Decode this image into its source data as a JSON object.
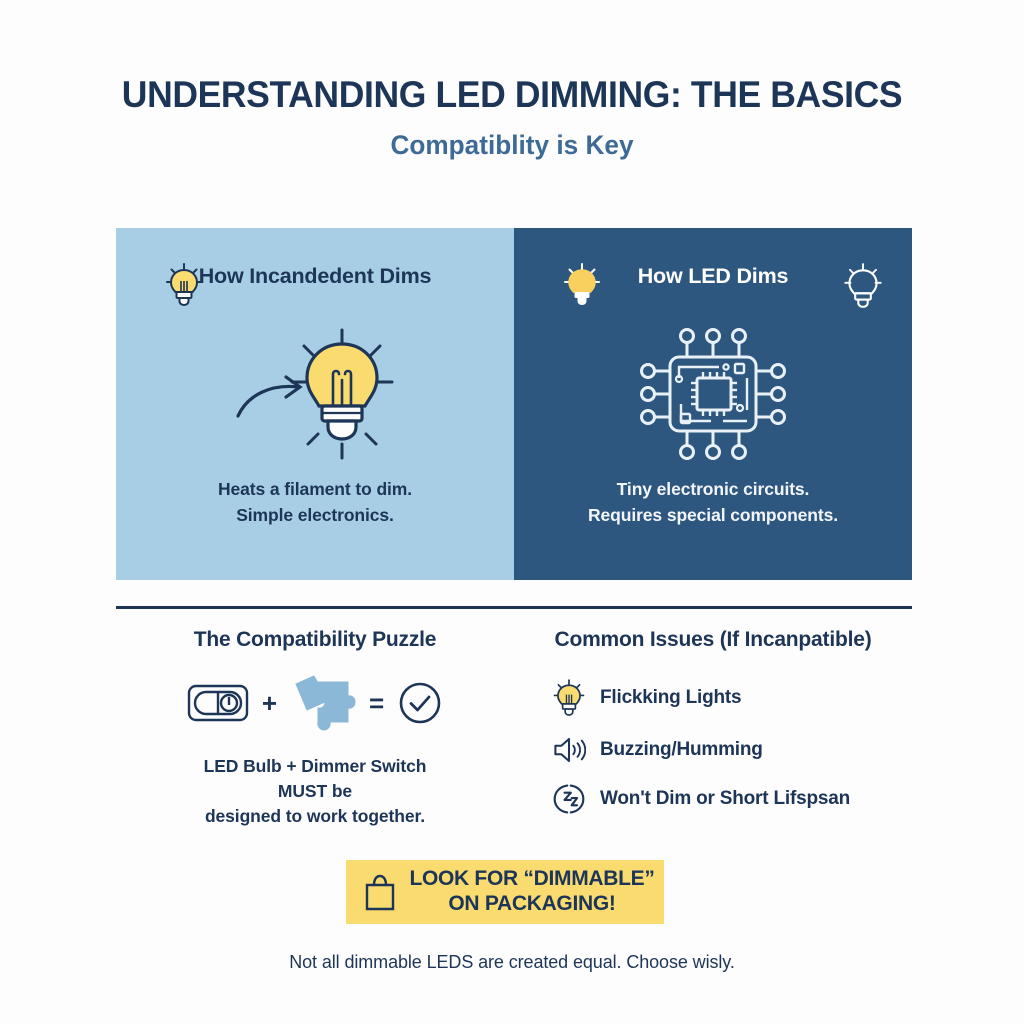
{
  "header": {
    "title": "UNDERSTANDING LED DIMMING: THE BASICS",
    "subtitle": "Compatiblity is Key"
  },
  "panels": {
    "left": {
      "heading": "How Incandedent Dims",
      "caption_line1": "Heats a filament to dim.",
      "caption_line2": "Simple electronics.",
      "head_icon": "lightbulb-icon",
      "art_icon": "lightbulb-with-arrow-icon",
      "bg_color": "#a8cee6"
    },
    "right": {
      "heading": "How LED Dims",
      "caption_line1": "Tiny electronic circuits.",
      "caption_line2": "Requires special components.",
      "head_icon_left": "lightbulb-filled-icon",
      "head_icon_right": "lightbulb-outline-icon",
      "art_icon": "microchip-circuit-icon",
      "bg_color": "#2e5780"
    }
  },
  "compatibility": {
    "title": "The Compatibility Puzzle",
    "equation": {
      "icon_switch": "dimmer-switch-icon",
      "plus": "+",
      "icon_puzzle": "puzzle-pieces-icon",
      "equals": "=",
      "icon_check": "check-circle-icon"
    },
    "caption_line1": "LED Bulb + Dimmer Switch",
    "caption_line2": "MUST be",
    "caption_line3": "designed to work together."
  },
  "issues": {
    "title": "Common Issues (If Incanpatible)",
    "items": [
      {
        "label": "Flickking Lights",
        "icon": "lightbulb-icon"
      },
      {
        "label": "Buzzing/Humming",
        "icon": "speaker-sound-icon"
      },
      {
        "label": "Won't Dim or Short Lifspsan",
        "icon": "broken-lifespan-icon"
      }
    ]
  },
  "cta": {
    "icon": "shopping-bag-icon",
    "line1": "LOOK FOR “DIMMABLE”",
    "line2": "ON PACKAGING!",
    "bg_color": "#f9db70"
  },
  "footer": {
    "text": "Not all dimmable LEDS are created equal. Choose wisly."
  },
  "colors": {
    "navy": "#1d3557",
    "light_blue": "#a8cee6",
    "dark_blue": "#2e5780",
    "yellow": "#f9db70",
    "subtitle_blue": "#3d6b96"
  }
}
